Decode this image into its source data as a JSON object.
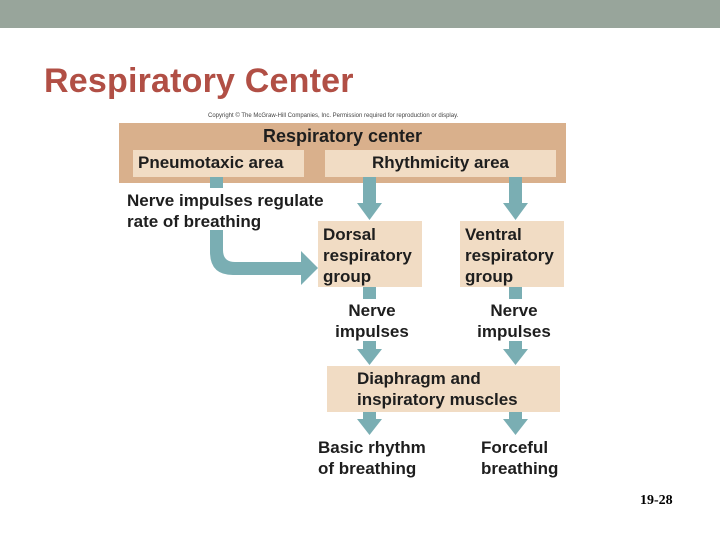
{
  "slide": {
    "title": "Respiratory Center",
    "copyright": "Copyright © The McGraw-Hill Companies, Inc. Permission required for reproduction or display.",
    "page_number": "19-28"
  },
  "diagram": {
    "respiratory_center": "Respiratory center",
    "pneumotaxic_area": "Pneumotaxic area",
    "rhythmicity_area": "Rhythmicity area",
    "regulate_note": [
      "Nerve impulses regulate",
      "rate of breathing"
    ],
    "dorsal_group": [
      "Dorsal",
      "respiratory",
      "group"
    ],
    "ventral_group": [
      "Ventral",
      "respiratory",
      "group"
    ],
    "nerve_impulses_left": [
      "Nerve",
      "impulses"
    ],
    "nerve_impulses_right": [
      "Nerve",
      "impulses"
    ],
    "muscles": [
      "Diaphragm and",
      "inspiratory muscles"
    ],
    "basic_rhythm": [
      "Basic rhythm",
      "of breathing"
    ],
    "forceful": [
      "Forceful",
      "breathing"
    ]
  },
  "colors": {
    "top_bar": "#98a59b",
    "title": "#b14f45",
    "center_box": "#d9b08c",
    "inner_box": "#f1dcc4",
    "arrow": "#7aaeb3"
  }
}
